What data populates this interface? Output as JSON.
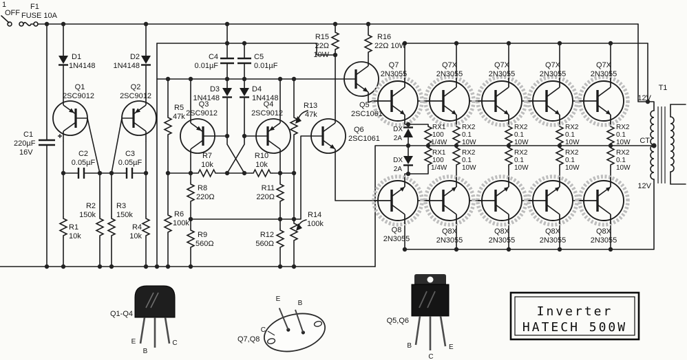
{
  "power_input": {
    "switch_no": "1",
    "switch_label": "OFF",
    "fuse_ref": "F1",
    "fuse_value": "FUSE 10A"
  },
  "capacitors": {
    "c1": {
      "ref": "C1",
      "value": "220µF",
      "voltage": "16V"
    },
    "c2": {
      "ref": "C2",
      "value": "0.05µF"
    },
    "c3": {
      "ref": "C3",
      "value": "0.05µF"
    },
    "c4": {
      "ref": "C4",
      "value": "0.01µF"
    },
    "c5": {
      "ref": "C5",
      "value": "0.01µF"
    }
  },
  "diodes": {
    "d1": {
      "ref": "D1",
      "value": "1N4148"
    },
    "d2": {
      "ref": "D2",
      "value": "1N4148"
    },
    "d3": {
      "ref": "D3",
      "value": "1N4148"
    },
    "d4": {
      "ref": "D4",
      "value": "1N4148"
    },
    "dx": {
      "ref": "DX",
      "value": "2A"
    }
  },
  "resistors": {
    "r1": {
      "ref": "R1",
      "value": "10k"
    },
    "r2": {
      "ref": "R2",
      "value": "150k"
    },
    "r3": {
      "ref": "R3",
      "value": "150k"
    },
    "r4": {
      "ref": "R4",
      "value": "10k"
    },
    "r5": {
      "ref": "R5",
      "value": "47k"
    },
    "r6": {
      "ref": "R6",
      "value": "100k"
    },
    "r7": {
      "ref": "R7",
      "value": "10k"
    },
    "r8": {
      "ref": "R8",
      "value": "220Ω"
    },
    "r9": {
      "ref": "R9",
      "value": "560Ω"
    },
    "r10": {
      "ref": "R10",
      "value": "10k"
    },
    "r11": {
      "ref": "R11",
      "value": "220Ω"
    },
    "r12": {
      "ref": "R12",
      "value": "560Ω"
    },
    "r13": {
      "ref": "R13",
      "value": "47k"
    },
    "r14": {
      "ref": "R14",
      "value": "100k"
    },
    "r15": {
      "ref": "R15",
      "value": "22Ω",
      "wattage": "10W"
    },
    "r16": {
      "ref": "R16",
      "value": "22Ω 10W"
    },
    "rx1": {
      "ref": "RX1",
      "value": "100",
      "wattage": "1/4W"
    },
    "rx2": {
      "ref": "RX2",
      "value": "0.1",
      "wattage": "10W"
    }
  },
  "transistors": {
    "q1": {
      "ref": "Q1",
      "part": "2SC9012"
    },
    "q2": {
      "ref": "Q2",
      "part": "2SC9012"
    },
    "q3": {
      "ref": "Q3",
      "part": "2SC9012"
    },
    "q4": {
      "ref": "Q4",
      "part": "2SC9012"
    },
    "q5": {
      "ref": "Q5",
      "part": "2SC1061"
    },
    "q6": {
      "ref": "Q6",
      "part": "2SC1061"
    },
    "q7": {
      "ref": "Q7",
      "part": "2N3055"
    },
    "q7x": {
      "ref": "Q7X",
      "part": "2N3055"
    },
    "q8": {
      "ref": "Q8",
      "part": "2N3055"
    },
    "q8x": {
      "ref": "Q8X",
      "part": "2N3055"
    }
  },
  "transformer": {
    "ref": "T1",
    "primary_top": "12V",
    "center_tap": "CT",
    "primary_bottom": "12V"
  },
  "packages": {
    "to92": {
      "label": "Q1-Q4"
    },
    "to3": {
      "label": "Q7,Q8"
    },
    "to220": {
      "label": "Q5,Q6"
    },
    "pin_e": "E",
    "pin_b": "B",
    "pin_c": "C"
  },
  "title_block": {
    "line1": "Inverter",
    "line2": "HATECH 500W"
  }
}
